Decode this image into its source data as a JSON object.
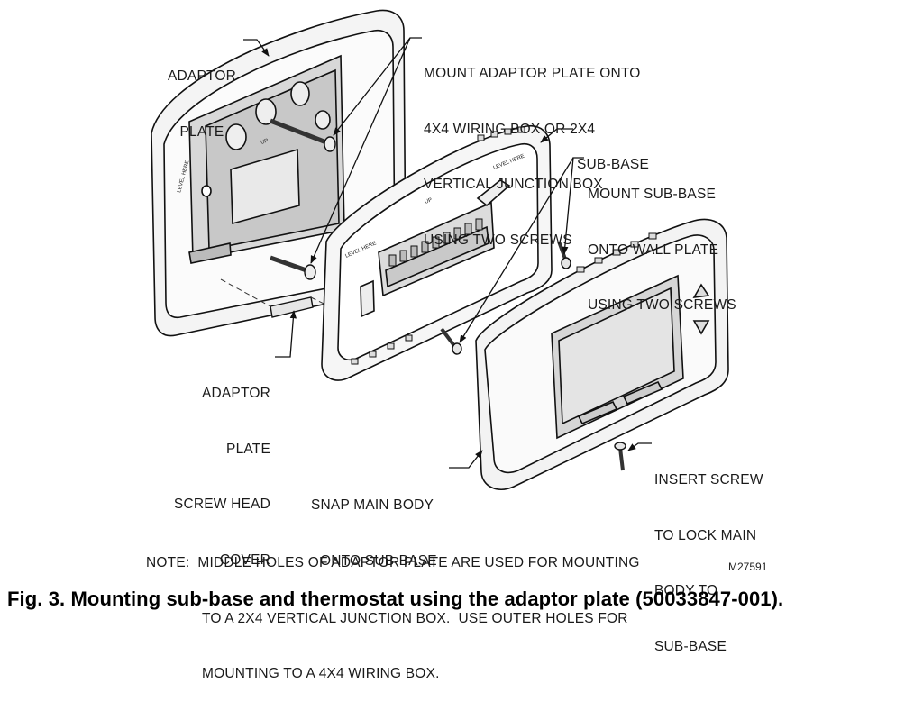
{
  "callouts": {
    "adaptor_plate": [
      "ADAPTOR",
      "PLATE"
    ],
    "mount_adaptor": [
      "MOUNT ADAPTOR PLATE ONTO",
      "4X4 WIRING BOX OR 2X4",
      "VERTICAL JUNCTION BOX",
      "USING TWO SCREWS"
    ],
    "sub_base": [
      "SUB-BASE"
    ],
    "mount_sub_base": [
      "MOUNT SUB-BASE",
      "ONTO WALL PLATE",
      "USING TWO SCREWS"
    ],
    "screw_head_cover": [
      "ADAPTOR",
      "PLATE",
      "SCREW HEAD",
      "COVER"
    ],
    "snap_main_body": [
      "SNAP MAIN BODY",
      "ONTO SUB-BASE"
    ],
    "insert_screw": [
      "INSERT SCREW",
      "TO LOCK MAIN",
      "BODY TO",
      "SUB-BASE"
    ]
  },
  "part_markings": {
    "level_here": "LEVEL HERE",
    "up": "UP"
  },
  "note": {
    "label": "NOTE:",
    "lines": [
      "MIDDLE HOLES OF ADAPTOR PLATE ARE USED FOR MOUNTING",
      "TO A 2X4 VERTICAL JUNCTION BOX.  USE OUTER HOLES FOR",
      "MOUNTING TO A 4X4 WIRING BOX."
    ]
  },
  "figure_code": "M27591",
  "caption": "Fig. 3. Mounting sub-base and thermostat using the adaptor plate (50033847-001)."
}
